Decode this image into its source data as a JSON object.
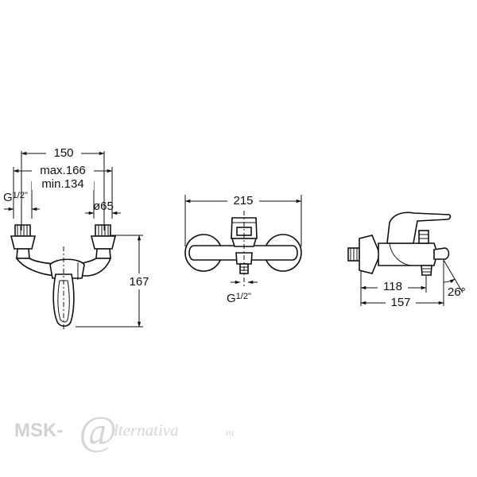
{
  "front_view": {
    "width": "150",
    "max": "max.166",
    "min": "min.134",
    "thread": "G",
    "thread_frac": "1/2\"",
    "diameter": "ø65",
    "height": "167"
  },
  "top_view": {
    "width": "215",
    "thread": "G",
    "thread_frac": "1/2\""
  },
  "side_view": {
    "d1": "118",
    "d2": "157",
    "angle": "26°"
  },
  "watermark": {
    "left": "MSK-",
    "at": "@",
    "right": "lternativa",
    "tld": ".ru"
  }
}
